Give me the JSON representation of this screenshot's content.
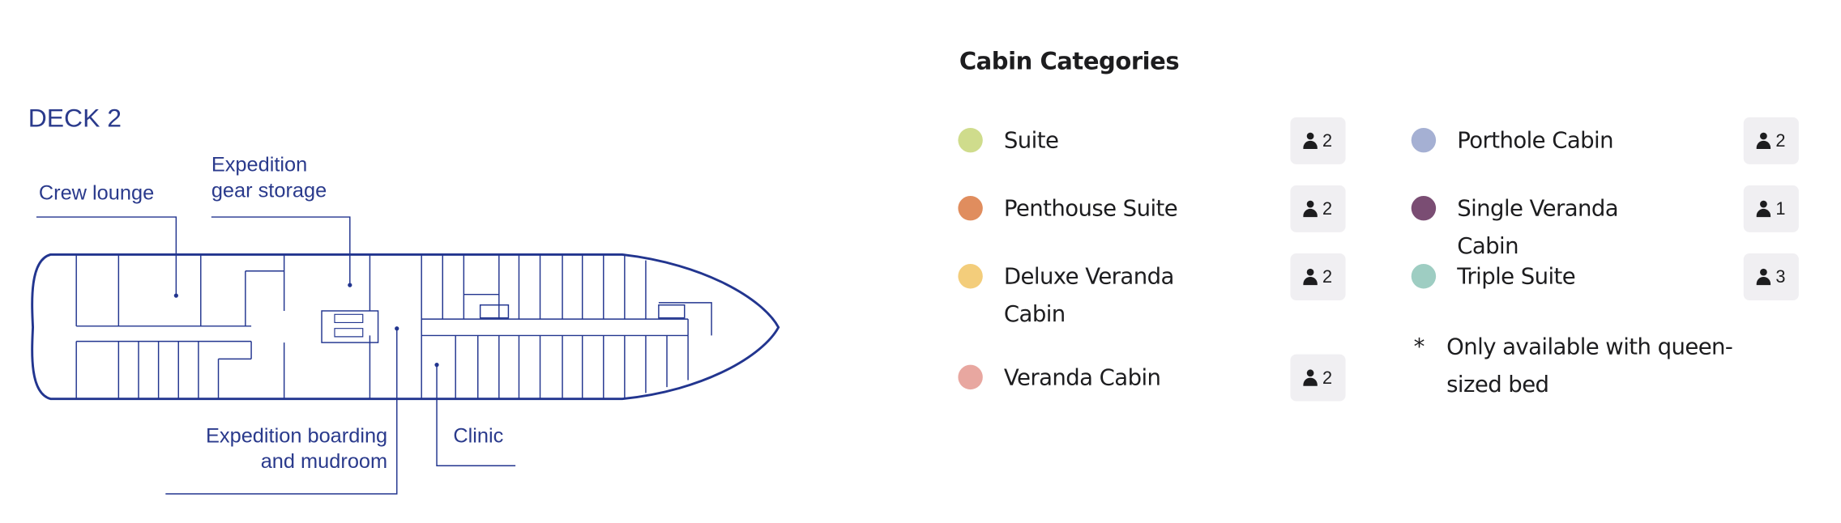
{
  "deck": {
    "title": "DECK 2",
    "labels": {
      "crew_lounge": "Crew lounge",
      "gear_storage_1": "Expedition",
      "gear_storage_2": "gear storage",
      "boarding_1": "Expedition boarding",
      "boarding_2": "and mudroom",
      "clinic": "Clinic"
    },
    "line_color": "#22358f"
  },
  "legend": {
    "title": "Cabin Categories",
    "categories": [
      {
        "name": "Suite",
        "color": "#cfdc8c",
        "occupancy": "2"
      },
      {
        "name": "Penthouse Suite",
        "color": "#e08d5e",
        "occupancy": "2"
      },
      {
        "name": "Deluxe Veranda Cabin",
        "color": "#f3cd7b",
        "occupancy": "2"
      },
      {
        "name": "Veranda Cabin",
        "color": "#e8a7a0",
        "occupancy": "2"
      },
      {
        "name": "Porthole Cabin",
        "color": "#a5b0d3",
        "occupancy": "2"
      },
      {
        "name": "Single Veranda Cabin",
        "color": "#7a4d73",
        "occupancy": "1"
      },
      {
        "name": "Triple Suite",
        "color": "#9ecdc2",
        "occupancy": "3"
      }
    ],
    "note_symbol": "*",
    "note": "Only available with queen-sized bed"
  }
}
